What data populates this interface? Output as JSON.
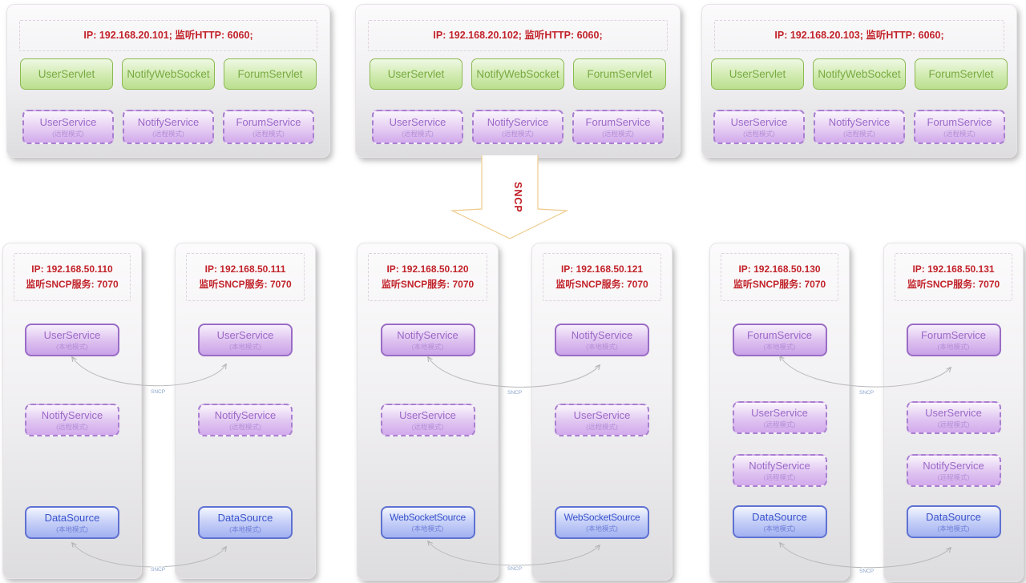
{
  "top_servers": [
    {
      "header": "IP: 192.168.20.101;  监听HTTP: 6060;",
      "servlets": [
        "UserServlet",
        "NotifyWebSocket",
        "ForumServlet"
      ],
      "services": [
        {
          "name": "UserService",
          "mode": "(远程模式)"
        },
        {
          "name": "NotifyService",
          "mode": "(远程模式)"
        },
        {
          "name": "ForumService",
          "mode": "(远程模式)"
        }
      ]
    },
    {
      "header": "IP: 192.168.20.102;  监听HTTP: 6060;",
      "servlets": [
        "UserServlet",
        "NotifyWebSocket",
        "ForumServlet"
      ],
      "services": [
        {
          "name": "UserService",
          "mode": "(远程模式)"
        },
        {
          "name": "NotifyService",
          "mode": "(远程模式)"
        },
        {
          "name": "ForumService",
          "mode": "(远程模式)"
        }
      ]
    },
    {
      "header": "IP: 192.168.20.103;  监听HTTP: 6060;",
      "servlets": [
        "UserServlet",
        "NotifyWebSocket",
        "ForumServlet"
      ],
      "services": [
        {
          "name": "UserService",
          "mode": "(远程模式)"
        },
        {
          "name": "NotifyService",
          "mode": "(远程模式)"
        },
        {
          "name": "ForumService",
          "mode": "(远程模式)"
        }
      ]
    }
  ],
  "arrow": {
    "label": "SNCP"
  },
  "bottom_servers": [
    {
      "header_ip": "IP: 192.168.50.110",
      "header_port": "监听SNCP服务: 7070",
      "nodes": [
        {
          "name": "UserService",
          "mode": "(本地模式)"
        },
        {
          "name": "NotifyService",
          "mode": "(远程模式)"
        },
        {
          "name": "DataSource",
          "mode": "(本地模式)"
        }
      ]
    },
    {
      "header_ip": "IP: 192.168.50.111",
      "header_port": "监听SNCP服务: 7070",
      "nodes": [
        {
          "name": "UserService",
          "mode": "(本地模式)"
        },
        {
          "name": "NotifyService",
          "mode": "(远程模式)"
        },
        {
          "name": "DataSource",
          "mode": "(本地模式)"
        }
      ]
    },
    {
      "header_ip": "IP: 192.168.50.120",
      "header_port": "监听SNCP服务: 7070",
      "nodes": [
        {
          "name": "NotifyService",
          "mode": "(本地模式)"
        },
        {
          "name": "UserService",
          "mode": "(远程模式)"
        },
        {
          "name": "WebSocketSource",
          "mode": "(本地模式)"
        }
      ]
    },
    {
      "header_ip": "IP: 192.168.50.121",
      "header_port": "监听SNCP服务: 7070",
      "nodes": [
        {
          "name": "NotifyService",
          "mode": "(本地模式)"
        },
        {
          "name": "UserService",
          "mode": "(远程模式)"
        },
        {
          "name": "WebSocketSource",
          "mode": "(本地模式)"
        }
      ]
    },
    {
      "header_ip": "IP: 192.168.50.130",
      "header_port": "监听SNCP服务: 7070",
      "nodes": [
        {
          "name": "ForumService",
          "mode": "(本地模式)"
        },
        {
          "name": "UserService",
          "mode": "(远程模式)"
        },
        {
          "name": "NotifyService",
          "mode": "(远程模式)"
        },
        {
          "name": "DataSource",
          "mode": "(本地模式)"
        }
      ]
    },
    {
      "header_ip": "IP: 192.168.50.131",
      "header_port": "监听SNCP服务: 7070",
      "nodes": [
        {
          "name": "ForumService",
          "mode": "(本地模式)"
        },
        {
          "name": "UserService",
          "mode": "(远程模式)"
        },
        {
          "name": "NotifyService",
          "mode": "(远程模式)"
        },
        {
          "name": "DataSource",
          "mode": "(本地模式)"
        }
      ]
    }
  ],
  "connectors": [
    {
      "label": "SNCP"
    },
    {
      "label": "SNCP"
    },
    {
      "label": "SNCP"
    },
    {
      "label": "SNCP"
    },
    {
      "label": "SNCP"
    },
    {
      "label": "SNCP"
    }
  ]
}
